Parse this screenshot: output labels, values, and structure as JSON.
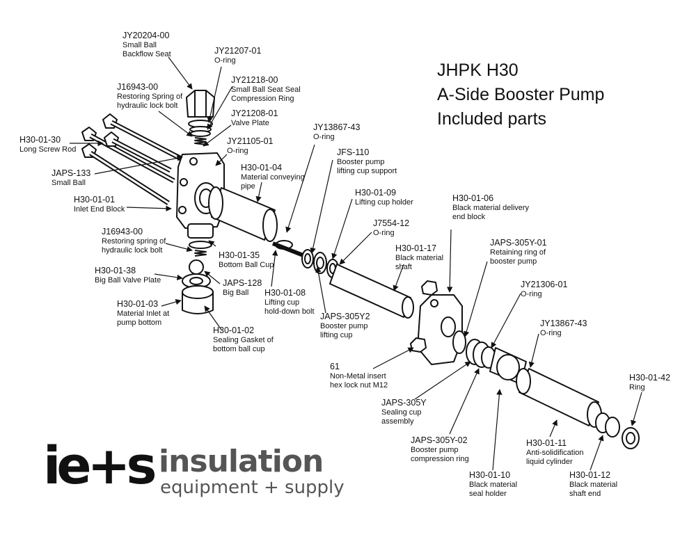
{
  "title": {
    "line1": "JHPK H30",
    "line2": "A-Side Booster Pump",
    "line3": "Included parts"
  },
  "labels": [
    {
      "id": "jy20204",
      "pn": "JY20204-00",
      "desc": [
        "Small Ball",
        "Backflow Seat"
      ]
    },
    {
      "id": "jy21207",
      "pn": "JY21207-01",
      "desc": [
        "O-ring"
      ]
    },
    {
      "id": "jy21218",
      "pn": "JY21218-00",
      "desc": [
        "Small Ball Seat Seal",
        "Compression Ring"
      ]
    },
    {
      "id": "j16943a",
      "pn": "J16943-00",
      "desc": [
        "Restoring Spring of",
        "hydraulic lock bolt"
      ]
    },
    {
      "id": "jy21208",
      "pn": "JY21208-01",
      "desc": [
        "Valve Plate"
      ]
    },
    {
      "id": "jy21105",
      "pn": "JY21105-01",
      "desc": [
        "O-ring"
      ]
    },
    {
      "id": "h300130",
      "pn": "H30-01-30",
      "desc": [
        "Long Screw Rod"
      ]
    },
    {
      "id": "h300104",
      "pn": "H30-01-04",
      "desc": [
        "Material conveying",
        "pipe"
      ]
    },
    {
      "id": "jy13867a",
      "pn": "JY13867-43",
      "desc": [
        "O-ring"
      ]
    },
    {
      "id": "jfs110",
      "pn": "JFS-110",
      "desc": [
        "Booster pump",
        "lifting cup support"
      ]
    },
    {
      "id": "japs133",
      "pn": "JAPS-133",
      "desc": [
        "Small Ball"
      ]
    },
    {
      "id": "h300109",
      "pn": "H30-01-09",
      "desc": [
        "Lifting cup holder"
      ]
    },
    {
      "id": "h300106",
      "pn": "H30-01-06",
      "desc": [
        "Black material delivery",
        "end block"
      ]
    },
    {
      "id": "h300101",
      "pn": "H30-01-01",
      "desc": [
        "Inlet End Block"
      ]
    },
    {
      "id": "j7554",
      "pn": "J7554-12",
      "desc": [
        "O-ring"
      ]
    },
    {
      "id": "j16943b",
      "pn": "J16943-00",
      "desc": [
        "Restoring spring of",
        "hydraulic lock bolt"
      ]
    },
    {
      "id": "h300117",
      "pn": "H30-01-17",
      "desc": [
        "Black material",
        "shaft"
      ]
    },
    {
      "id": "japs305y01",
      "pn": "JAPS-305Y-01",
      "desc": [
        "Retaining ring of",
        "booster pump"
      ]
    },
    {
      "id": "h300135",
      "pn": "H30-01-35",
      "desc": [
        "Bottom Ball Cup"
      ]
    },
    {
      "id": "h300138",
      "pn": "H30-01-38",
      "desc": [
        "Big Ball Valve Plate"
      ]
    },
    {
      "id": "japs128",
      "pn": "JAPS-128",
      "desc": [
        "Big Ball"
      ]
    },
    {
      "id": "jy21306",
      "pn": "JY21306-01",
      "desc": [
        "O-ring"
      ]
    },
    {
      "id": "h300108",
      "pn": "H30-01-08",
      "desc": [
        "Lifting cup",
        "hold-down bolt"
      ]
    },
    {
      "id": "h300103",
      "pn": "H30-01-03",
      "desc": [
        "Material Inlet at",
        "pump bottom"
      ]
    },
    {
      "id": "japs305y2",
      "pn": "JAPS-305Y2",
      "desc": [
        "Booster pump",
        "lifting cup"
      ]
    },
    {
      "id": "jy13867b",
      "pn": "JY13867-43",
      "desc": [
        "O-ring"
      ]
    },
    {
      "id": "h300102",
      "pn": "H30-01-02",
      "desc": [
        "Sealing Gasket of",
        "bottom ball cup"
      ]
    },
    {
      "id": "n61",
      "pn": "61",
      "desc": [
        "Non-Metal insert",
        "hex lock nut M12"
      ]
    },
    {
      "id": "h300142",
      "pn": "H30-01-42",
      "desc": [
        "Ring"
      ]
    },
    {
      "id": "japs305y",
      "pn": "JAPS-305Y",
      "desc": [
        "Sealing cup",
        "assembly"
      ]
    },
    {
      "id": "japs305y02",
      "pn": "JAPS-305Y-02",
      "desc": [
        "Booster pump",
        "compression ring"
      ]
    },
    {
      "id": "h300111",
      "pn": "H30-01-11",
      "desc": [
        "Anti-solidification",
        "liquid cylinder"
      ]
    },
    {
      "id": "h300110",
      "pn": "H30-01-10",
      "desc": [
        "Black material",
        "seal holder"
      ]
    },
    {
      "id": "h300112",
      "pn": "H30-01-12",
      "desc": [
        "Black material",
        "shaft end"
      ]
    }
  ],
  "logo": {
    "mark": "ie+s",
    "word": "insulation",
    "tagline": "equipment + supply"
  },
  "colors": {
    "ink": "#111111",
    "logo_grey": "#555555",
    "background": "#ffffff"
  }
}
